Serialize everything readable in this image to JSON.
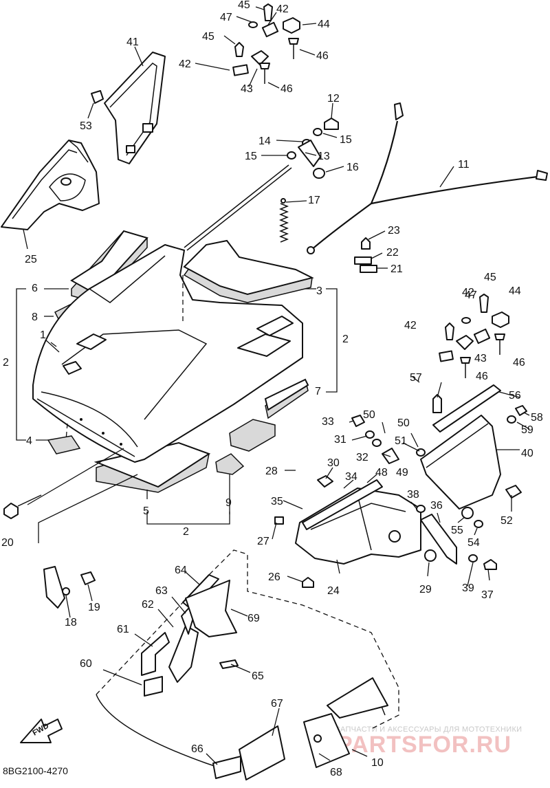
{
  "diagram": {
    "drawing_code": "8BG2100-4270",
    "direction_label": "FWD",
    "watermark_top": "ЗАПЧАСТИ И АКСЕССУАРЫ ДЛЯ МОТОТЕХНИКИ",
    "watermark_brand": "PARTSFOR.RU",
    "labels": {
      "n1": "1",
      "n2a": "2",
      "n2b": "2",
      "n2c": "2",
      "n3": "3",
      "n4": "4",
      "n5": "5",
      "n6": "6",
      "n7": "7",
      "n8": "8",
      "n9": "9",
      "n10": "10",
      "n11": "11",
      "n12": "12",
      "n13": "13",
      "n14": "14",
      "n15a": "15",
      "n15b": "15",
      "n16": "16",
      "n17": "17",
      "n18": "18",
      "n19": "19",
      "n20": "20",
      "n21": "21",
      "n22": "22",
      "n23": "23",
      "n24": "24",
      "n25": "25",
      "n26": "26",
      "n27": "27",
      "n28": "28",
      "n29": "29",
      "n30": "30",
      "n31": "31",
      "n32": "32",
      "n33": "33",
      "n34": "34",
      "n35": "35",
      "n36": "36",
      "n37": "37",
      "n38": "38",
      "n39": "39",
      "n40": "40",
      "n41": "41",
      "n42a": "42",
      "n42b": "42",
      "n42c": "42",
      "n42d": "42",
      "n43a": "43",
      "n43b": "43",
      "n44a": "44",
      "n44b": "44",
      "n45a": "45",
      "n45b": "45",
      "n45c": "45",
      "n46a": "46",
      "n46b": "46",
      "n46c": "46",
      "n46d": "46",
      "n47a": "47",
      "n47b": "47",
      "n48": "48",
      "n49": "49",
      "n50a": "50",
      "n50b": "50",
      "n51": "51",
      "n52": "52",
      "n53": "53",
      "n54": "54",
      "n55": "55",
      "n56": "56",
      "n57": "57",
      "n58": "58",
      "n59": "59",
      "n60": "60",
      "n61": "61",
      "n62": "62",
      "n63": "63",
      "n64": "64",
      "n65": "65",
      "n66": "66",
      "n67": "67",
      "n68": "68",
      "n69": "69"
    }
  }
}
